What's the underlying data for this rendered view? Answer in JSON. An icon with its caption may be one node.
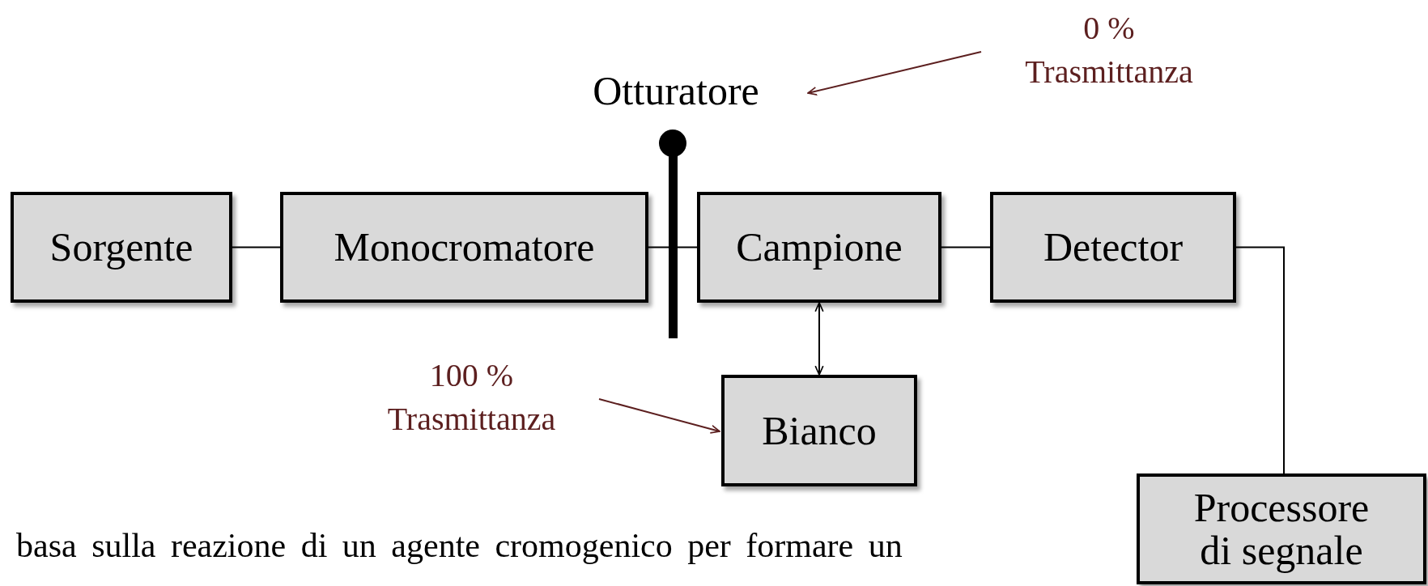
{
  "diagram": {
    "nodes": [
      {
        "text": [
          "Otturatore"
        ]
      },
      {
        "text": [
          "0 % Trasmittanza"
        ]
      },
      {
        "text": [
          "Sorgente"
        ]
      },
      {
        "text": [
          "Monocromatore"
        ]
      },
      {
        "text": [
          "Campione"
        ]
      },
      {
        "text": [
          "Detector"
        ]
      },
      {
        "text": [
          "100 % Trasmittanza"
        ]
      },
      {
        "text": [
          "Bianco"
        ]
      },
      {
        "text": [
          "Processore di segnale"
        ]
      }
    ],
    "edges": [
      {
        "from": 1,
        "to": 0,
        "arrow": "to",
        "color": "#5c1f1f"
      },
      {
        "from": 2,
        "to": 3,
        "arrow": "none"
      },
      {
        "from": 3,
        "to": 4,
        "arrow": "none"
      },
      {
        "from": 4,
        "to": 5,
        "arrow": "none"
      },
      {
        "from": 4,
        "to": 7,
        "arrow": "both"
      },
      {
        "from": 6,
        "to": 7,
        "arrow": "to",
        "color": "#5c1f1f"
      },
      {
        "from": 5,
        "to": 8,
        "arrow": "none"
      }
    ],
    "labels": [
      "basa sulla reazione di un agente cromogenico per formare un"
    ]
  }
}
